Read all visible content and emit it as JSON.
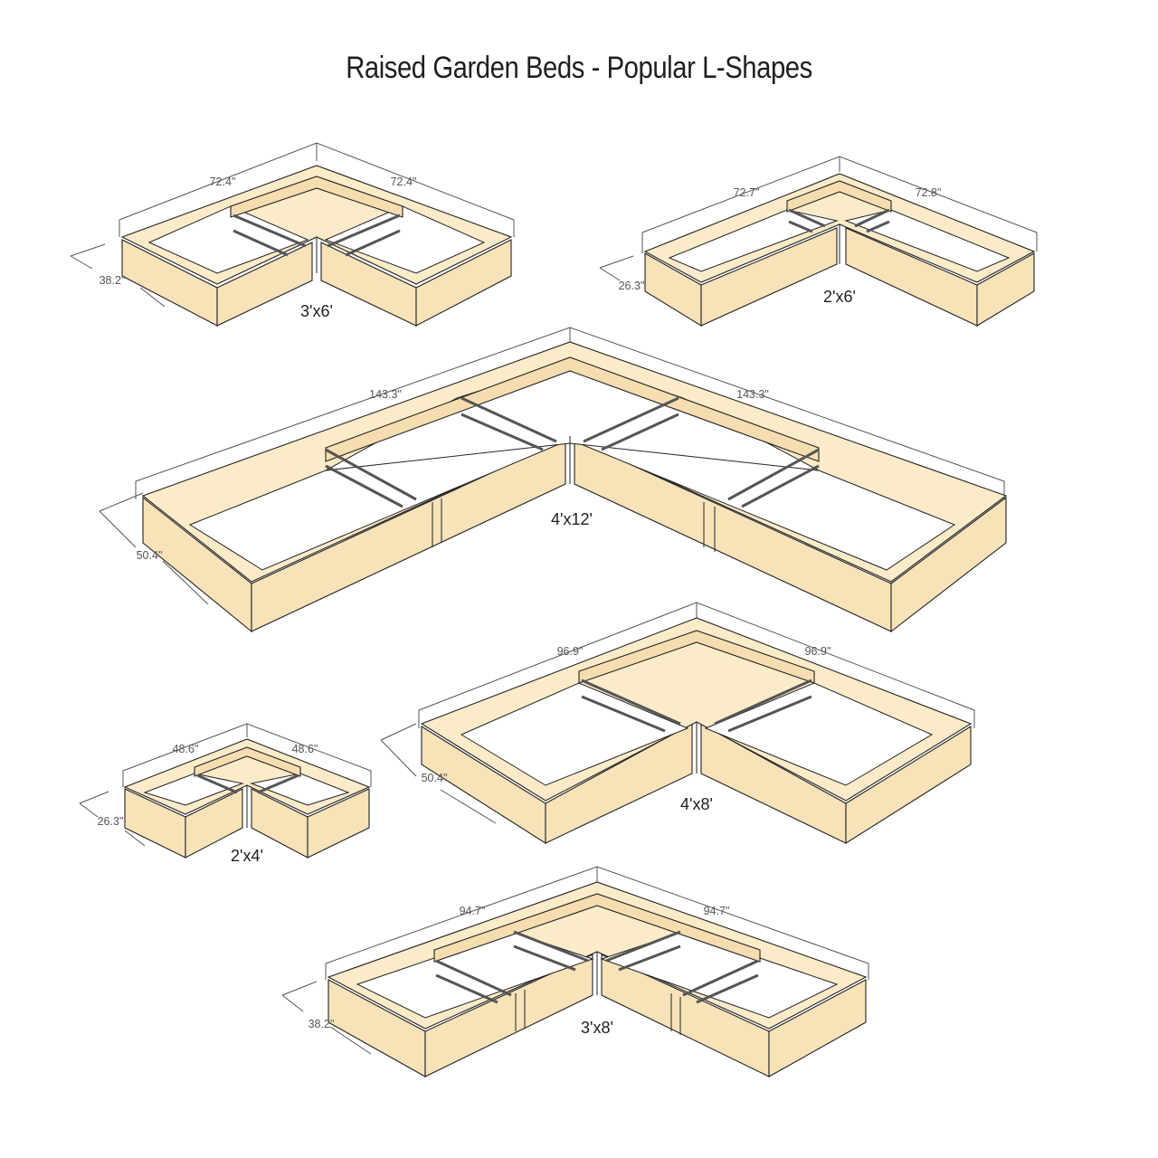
{
  "title": "Raised Garden Beds - Popular L-Shapes",
  "colors": {
    "wood_top": "#fcebc8",
    "wood_side": "#f8e2b8",
    "outline": "#222222",
    "dimension": "#555555",
    "rod": "#555555"
  },
  "beds": [
    {
      "size": "3'x6'",
      "left_length": "72.4\"",
      "right_length": "72.4\"",
      "width": "38.2\""
    },
    {
      "size": "2'x6'",
      "left_length": "72.7\"",
      "right_length": "72.8\"",
      "width": "26.3\""
    },
    {
      "size": "4'x12'",
      "left_length": "143.3\"",
      "right_length": "143.3\"",
      "width": "50.4\""
    },
    {
      "size": "2'x4'",
      "left_length": "48.6\"",
      "right_length": "48.6\"",
      "width": "26.3\""
    },
    {
      "size": "4'x8'",
      "left_length": "96.9\"",
      "right_length": "96.9\"",
      "width": "50.4\""
    },
    {
      "size": "3'x8'",
      "left_length": "94.7\"",
      "right_length": "94.7\"",
      "width": "38.2\""
    }
  ]
}
